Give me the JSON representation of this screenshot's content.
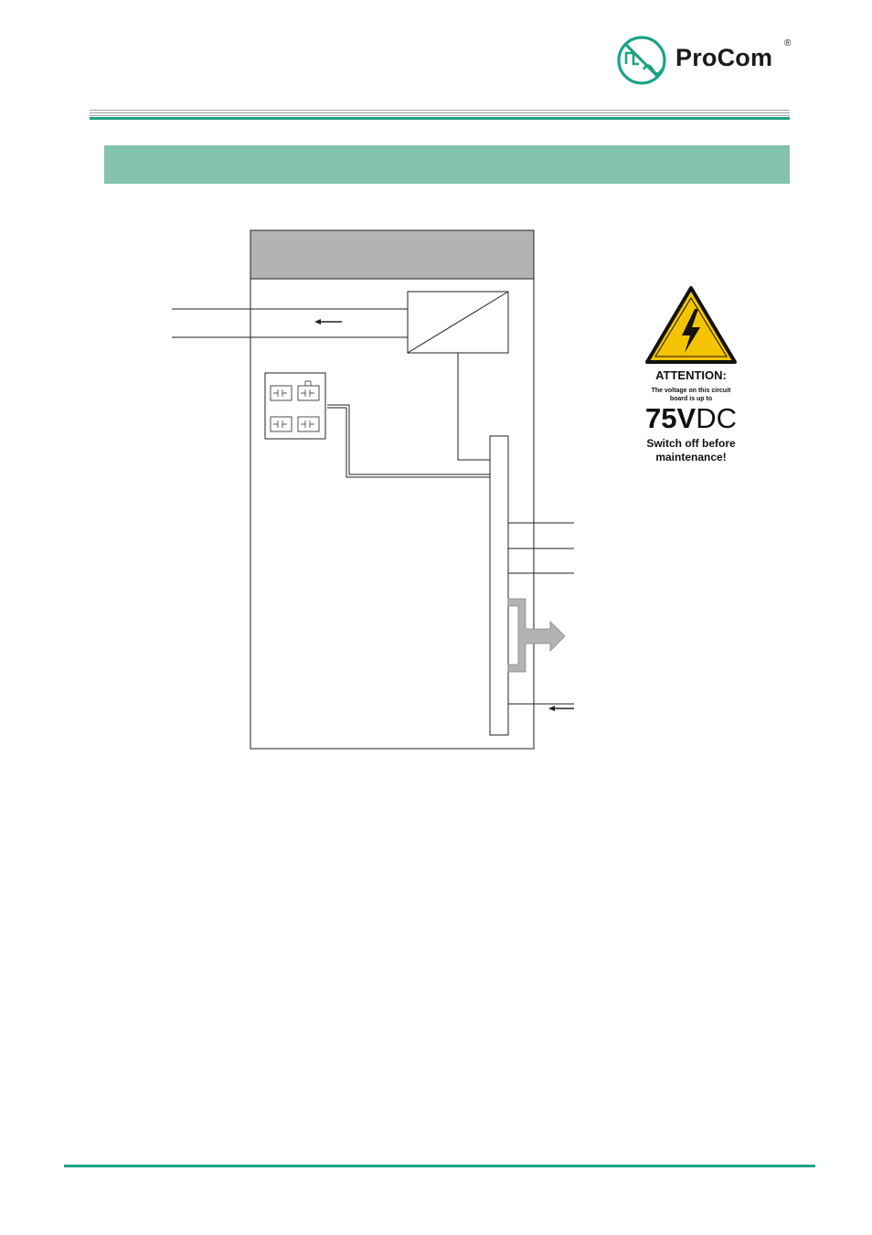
{
  "header": {
    "brand_name": "ProCom",
    "registered_mark": "®"
  },
  "warning": {
    "title": "ATTENTION:",
    "note_line1": "The voltage on this circuit",
    "note_line2": "board is up to",
    "voltage_value": "75V",
    "voltage_unit": "DC",
    "action_line1": "Switch off before",
    "action_line2": "maintenance!"
  },
  "colors": {
    "accent_green": "#1aa384",
    "banner_green": "#83c3ad",
    "box_header_gray": "#b3b3b3",
    "bus_arrow_gray": "#b3b3b3",
    "warning_yellow": "#f5c400"
  },
  "icons": {
    "logo": "procom-logo-icon",
    "hazard": "high-voltage-warning-icon",
    "dip_switch": "dip-switch-icon"
  }
}
